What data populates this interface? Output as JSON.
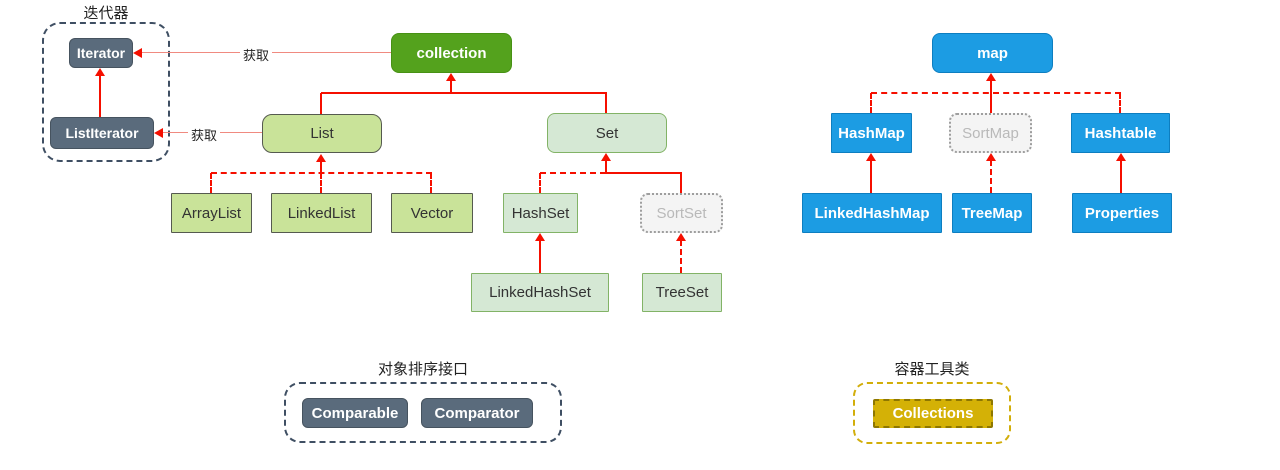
{
  "diagram": {
    "groups": {
      "iterator": {
        "title": "迭代器"
      },
      "sorting": {
        "title": "对象排序接口"
      },
      "utility": {
        "title": "容器工具类"
      }
    },
    "nodes": {
      "collection": {
        "label": "collection"
      },
      "list": {
        "label": "List"
      },
      "set": {
        "label": "Set"
      },
      "arraylist": {
        "label": "ArrayList"
      },
      "linkedlist": {
        "label": "LinkedList"
      },
      "vector": {
        "label": "Vector"
      },
      "hashset": {
        "label": "HashSet"
      },
      "sortset": {
        "label": "SortSet"
      },
      "linkedhashset": {
        "label": "LinkedHashSet"
      },
      "treeset": {
        "label": "TreeSet"
      },
      "map": {
        "label": "map"
      },
      "hashmap": {
        "label": "HashMap"
      },
      "sortmap": {
        "label": "SortMap"
      },
      "hashtable": {
        "label": "Hashtable"
      },
      "linkedhashmap": {
        "label": "LinkedHashMap"
      },
      "treemap": {
        "label": "TreeMap"
      },
      "properties": {
        "label": "Properties"
      },
      "iterator": {
        "label": "Iterator"
      },
      "listiterator": {
        "label": "ListIterator"
      },
      "comparable": {
        "label": "Comparable"
      },
      "comparator": {
        "label": "Comparator"
      },
      "collections": {
        "label": "Collections"
      }
    },
    "edge_labels": {
      "collection_to_iterator": "获取",
      "list_to_listiterator": "获取"
    },
    "colors": {
      "collection_green": "#54a21d",
      "list_lime": "#c9e399",
      "set_pale_green": "#d5e8d4",
      "set_border_green": "#82b366",
      "map_blue": "#1c9ce3",
      "abstract_gray_fill": "#f4f4f4",
      "abstract_gray_text": "#b9b9b9",
      "interface_slate": "#5a6b7c",
      "utility_gold": "#d4b106",
      "arrow_red": "#f50f00",
      "group_dash_slate": "#3f4f63"
    }
  }
}
